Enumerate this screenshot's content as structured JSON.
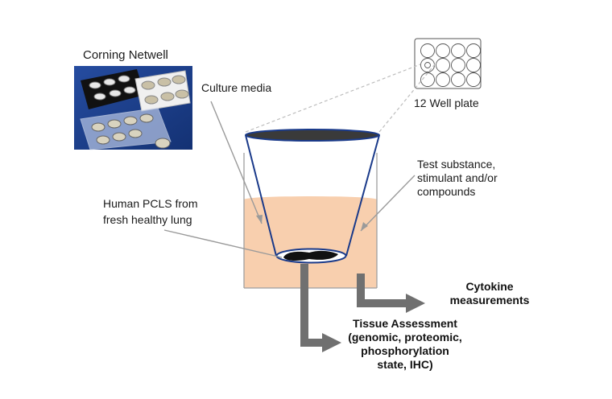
{
  "labels": {
    "netwell_title": "Corning Netwell",
    "culture_media": "Culture media",
    "well_plate": "12 Well plate",
    "test_substance": [
      "Test substance,",
      "stimulant and/or",
      "compounds"
    ],
    "pcls": [
      "Human PCLS from",
      "fresh healthy lung"
    ],
    "cytokine": [
      "Cytokine",
      "measurements"
    ],
    "tissue": [
      "Tissue Assessment",
      "(genomic, proteomic,",
      "phosphorylation",
      "state, IHC)"
    ]
  },
  "colors": {
    "media": "#f8cfae",
    "insert_outline": "#1a3a8a",
    "arrow": "#707070",
    "pointer": "#9a9a9a",
    "tissue": "#111111",
    "photo_bg": "#1b3d88"
  }
}
